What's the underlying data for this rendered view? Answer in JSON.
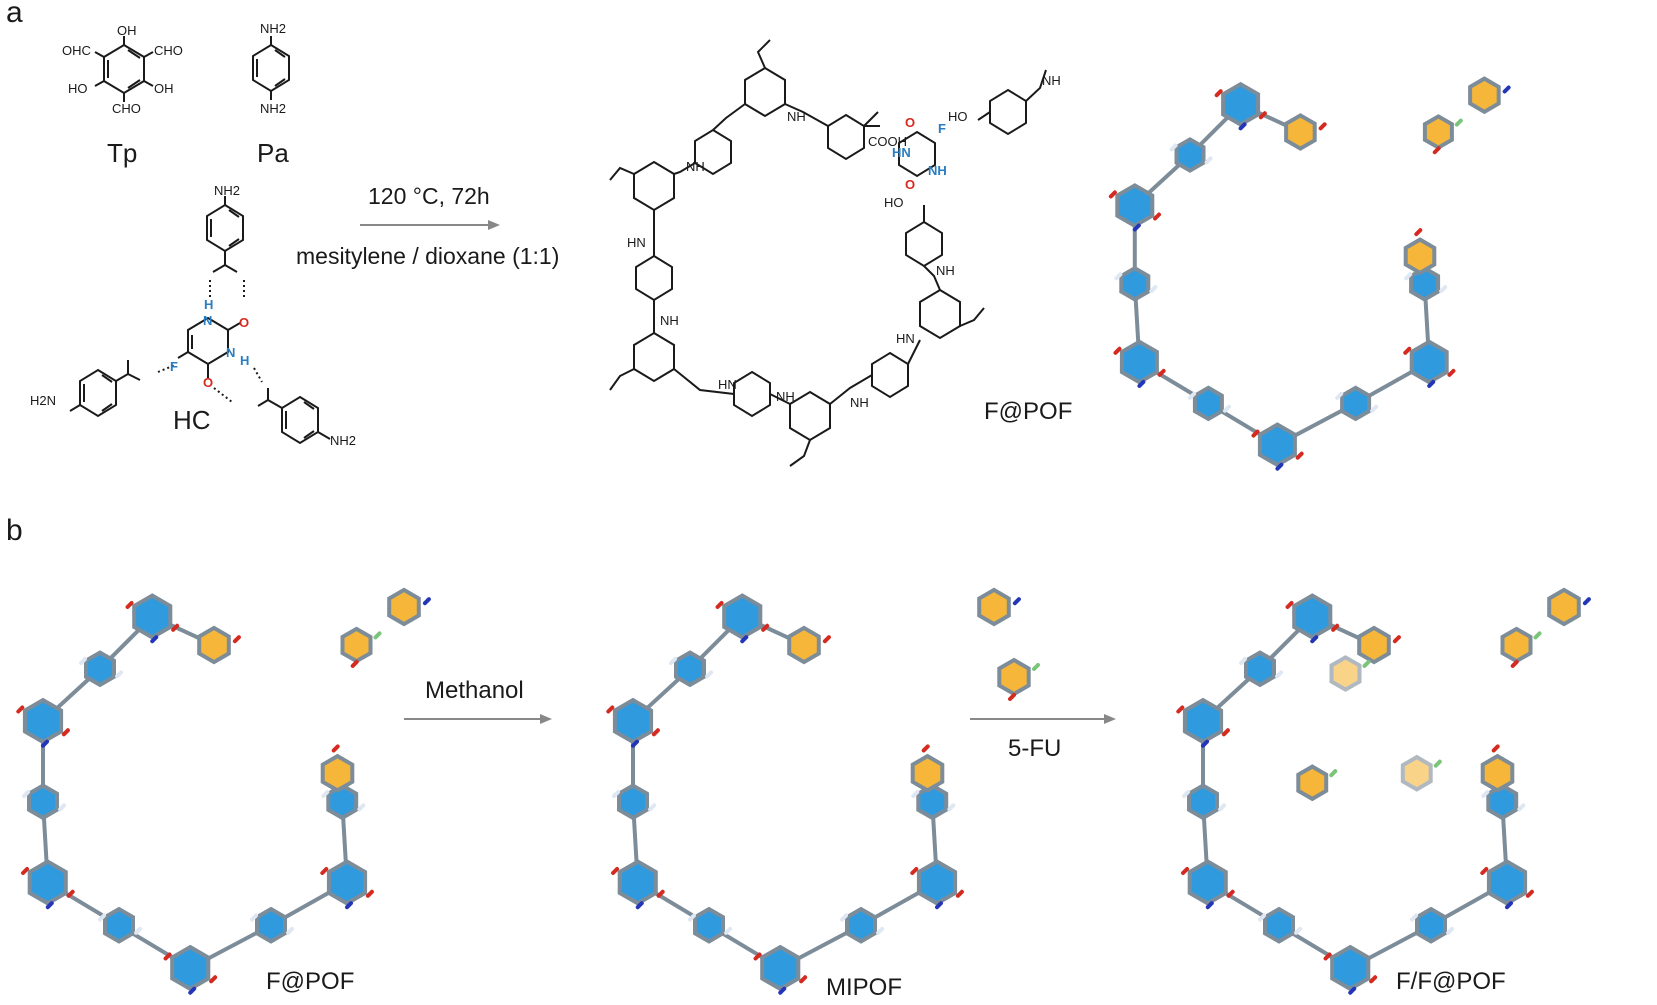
{
  "colors": {
    "ring_blue": "#2f9bde",
    "ring_orange": "#f5b63a",
    "bond_grey": "#7d8c99",
    "oxygen_red": "#d42a1f",
    "nitrogen_blue": "#2436b8",
    "fluorine_green": "#7ac57a",
    "hydrogen_white": "#dfe8f2",
    "arrow_grey": "#888888",
    "hbond_blue": "#2a7dc0",
    "text": "#1a1a1a"
  },
  "panel_a": {
    "letter": "a",
    "monomer_labels": [
      "Tp",
      "Pa",
      "HC"
    ],
    "conditions": {
      "line1": "120 °C, 72h",
      "line2": "mesitylene / dioxane (1:1)"
    },
    "product_label": "F@POF",
    "tp_substituents": {
      "oh_top": "OH",
      "cho_left": "OHC",
      "cho_right": "CHO",
      "oh_left": "HO",
      "oh_right": "OH",
      "cho_bottom": "CHO"
    },
    "pa_substituents": {
      "top": "NH2",
      "bottom": "NH2"
    },
    "hc_atoms": {
      "nh2_top": "NH2",
      "nh2_left": "H2N",
      "nh2_right": "NH2",
      "n1": "N",
      "n3": "N",
      "h1": "H",
      "h3": "H",
      "f": "F",
      "o2": "O",
      "o4": "O"
    },
    "structure_atoms": {
      "nh": "NH",
      "hn": "HN",
      "o": "O",
      "cooh": "COOH",
      "hooc": "HO",
      "f": "F",
      "nh_fu": "NH",
      "hn_fu": "HN"
    }
  },
  "panel_b": {
    "letter": "b",
    "step1": "Methanol",
    "step2": "5-FU",
    "labels": [
      "F@POF",
      "MIPOF",
      "F/F@POF"
    ]
  }
}
